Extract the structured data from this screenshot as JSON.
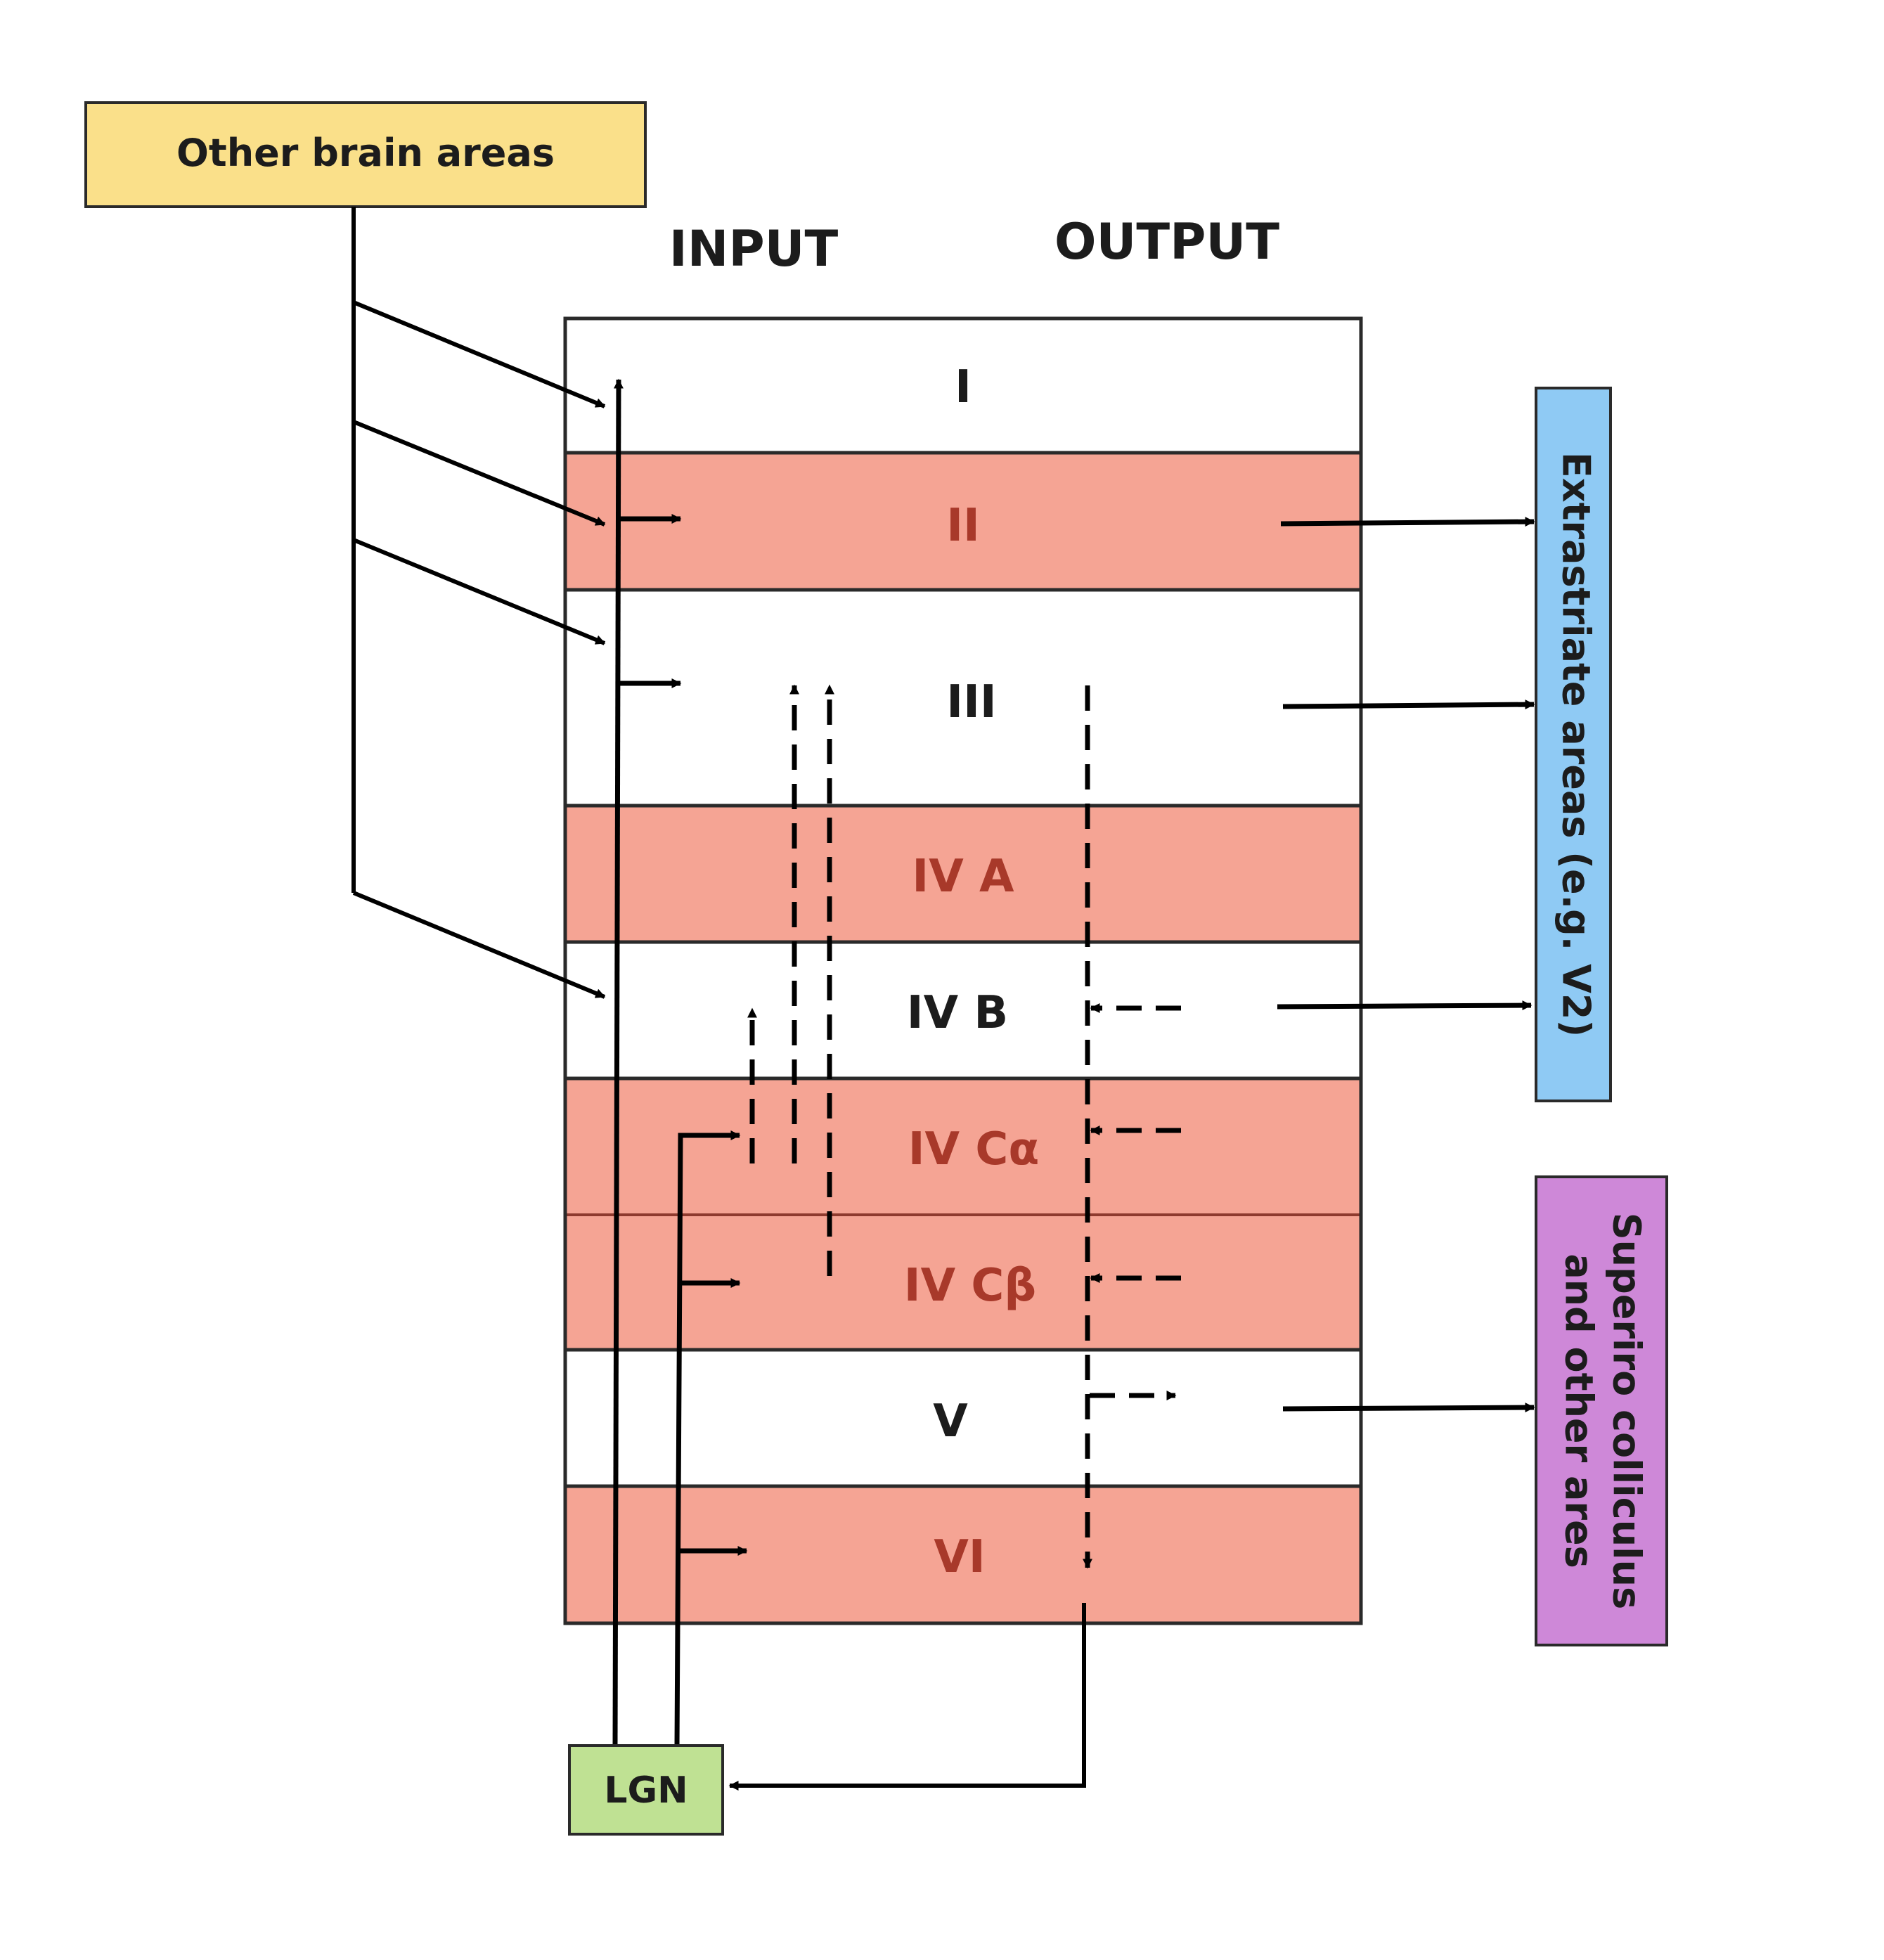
{
  "colors": {
    "pink_layer": "#f5a494",
    "white_layer": "#ffffff",
    "pink_text": "#a8392a",
    "dark_text": "#1c1c1c",
    "other_brain_areas_box": "#fae08a",
    "extrastriate_box": "#8fcaf4",
    "superior_colliculus_box": "#ce88d8",
    "lgn_box": "#bfe193",
    "line": "#000000"
  },
  "headers": {
    "input": "INPUT",
    "output": "OUTPUT"
  },
  "boxes": {
    "other_brain_areas": "Other brain areas",
    "extrastriate": "Extrastriate areas (e.g. V2)",
    "superior_line1": "Superiro colliculus",
    "superior_line2": "and other ares",
    "lgn": "LGN"
  },
  "layers": [
    {
      "label": "I",
      "shade": "white"
    },
    {
      "label": "II",
      "shade": "pink"
    },
    {
      "label": "III",
      "shade": "white"
    },
    {
      "label": "IV A",
      "shade": "pink"
    },
    {
      "label": "IV B",
      "shade": "white"
    },
    {
      "label": "IV Cα",
      "shade": "pink"
    },
    {
      "label": "IV Cβ",
      "shade": "pink"
    },
    {
      "label": "V",
      "shade": "white"
    },
    {
      "label": "VI",
      "shade": "pink"
    }
  ]
}
